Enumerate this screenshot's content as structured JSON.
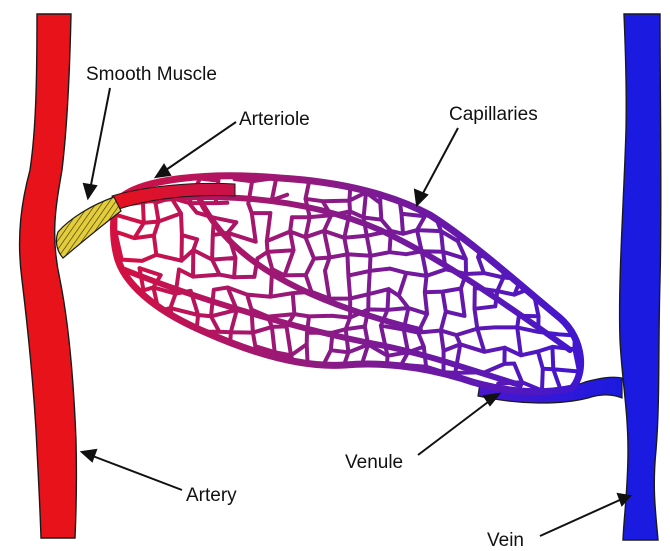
{
  "labels": {
    "smooth_muscle": "Smooth Muscle",
    "arteriole": "Arteriole",
    "capillaries": "Capillaries",
    "venule": "Venule",
    "artery": "Artery",
    "vein": "Vein"
  },
  "colors": {
    "artery": "#e8121b",
    "vein": "#1a1ae0",
    "outline": "#1a1a1a",
    "smooth_muscle": "#e3cd3a",
    "capillary_start": "#d6103f",
    "capillary_end": "#3a16d6",
    "background": "#ffffff",
    "text": "#111111"
  }
}
